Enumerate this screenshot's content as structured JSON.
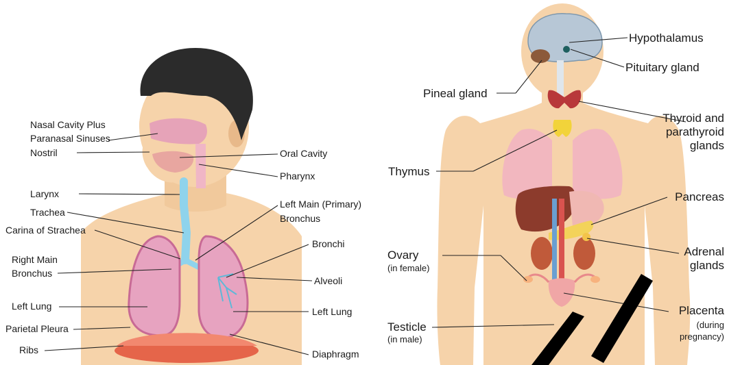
{
  "respiratory": {
    "labels": {
      "nasal_cavity_1": "Nasal Cavity Plus",
      "nasal_cavity_2": "Paranasal Sinuses",
      "nostril": "Nostril",
      "oral_cavity": "Oral Cavity",
      "pharynx": "Pharynx",
      "larynx": "Larynx",
      "trachea": "Trachea",
      "left_main_1": "Left Main (Primary)",
      "left_main_2": "Bronchus",
      "carina": "Carina  of Strachea",
      "bronchi": "Bronchi",
      "right_main_1": "Right Main",
      "right_main_2": "Bronchus",
      "alveoli": "Alveoli",
      "left_lung_a": "Left Lung",
      "left_lung_b": "Left Lung",
      "parietal_pleura": "Parietal Pleura",
      "ribs": "Ribs",
      "diaphragm": "Diaphragm"
    }
  },
  "endocrine": {
    "labels": {
      "hypothalamus": "Hypothalamus",
      "pituitary": "Pituitary gland",
      "pineal": "Pineal gland",
      "thyroid_1": "Thyroid and",
      "thyroid_2": "parathyroid",
      "thyroid_3": "glands",
      "thymus": "Thymus",
      "pancreas": "Pancreas",
      "adrenal_1": "Adrenal",
      "adrenal_2": "glands",
      "ovary_1": "Ovary",
      "ovary_2": "(in female)",
      "placenta_1": "Placenta",
      "placenta_2": "(during",
      "placenta_3": "pregnancy)",
      "testicle_1": "Testicle",
      "testicle_2": "(in male)"
    }
  },
  "colors": {
    "skin": "#f6d3aa",
    "skin_dark": "#e8b98a",
    "hair": "#2b2b2b",
    "lung": "#e7a3c0",
    "lung_dark": "#c86a95",
    "trachea": "#8fd3ec",
    "diaphragm": "#e5654a",
    "liver": "#8c3b2c",
    "thyroid": "#b8383a",
    "thymus": "#f2d33a",
    "pancreas": "#f3d35a",
    "kidney": "#c05a3a",
    "watermark": "#000000"
  }
}
